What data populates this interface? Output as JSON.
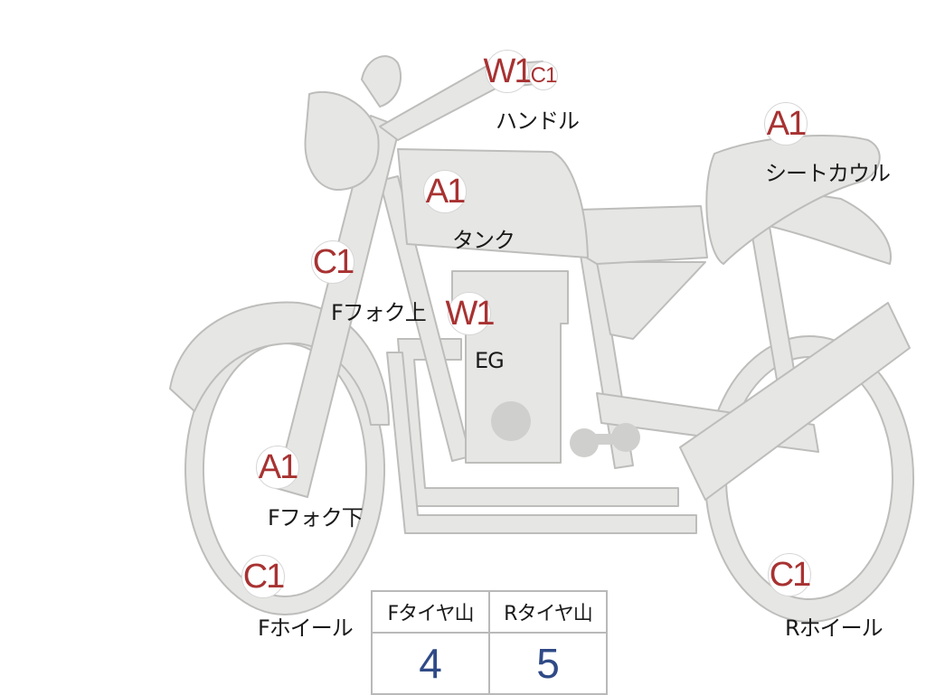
{
  "diagram": {
    "points": [
      {
        "id": "handle",
        "grade": "W1",
        "sub_grade": "C1",
        "label": "ハンドル"
      },
      {
        "id": "seat-cowl",
        "grade": "A1",
        "label": "シートカウル"
      },
      {
        "id": "tank",
        "grade": "A1",
        "label": "タンク"
      },
      {
        "id": "fork-upper",
        "grade": "C1",
        "label": "Fフォク上"
      },
      {
        "id": "engine",
        "grade": "W1",
        "label": "EG"
      },
      {
        "id": "fork-lower",
        "grade": "A1",
        "label": "Fフォク下"
      },
      {
        "id": "front-wheel",
        "grade": "C1",
        "label": "Fホイール"
      },
      {
        "id": "rear-wheel",
        "grade": "C1",
        "label": "Rホイール"
      }
    ],
    "tread": {
      "headers": [
        "Fタイヤ山",
        "Rタイヤ山"
      ],
      "values": [
        "4",
        "5"
      ]
    }
  },
  "colors": {
    "body_fill": "#e6e6e4",
    "body_stroke": "#bdbdbb",
    "grade_text": "#a83232",
    "value_text": "#2f4a86"
  }
}
